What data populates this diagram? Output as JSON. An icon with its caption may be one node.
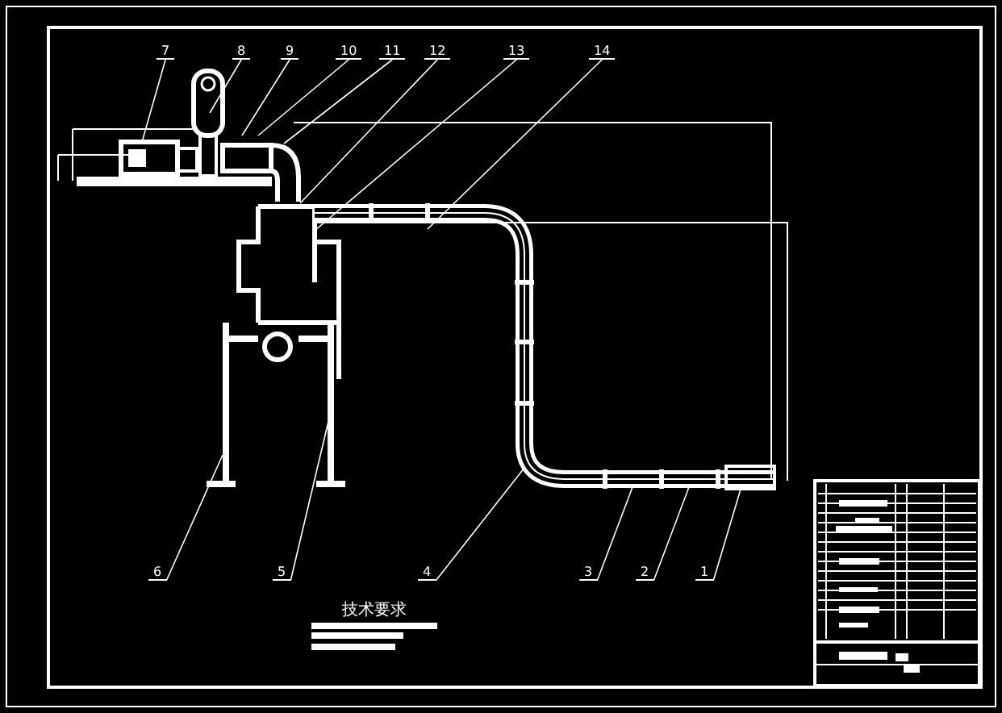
{
  "diagram": {
    "nodes": [
      {
        "text": [
          "7"
        ]
      },
      {
        "text": [
          "8"
        ]
      },
      {
        "text": [
          "9"
        ]
      },
      {
        "text": [
          "10"
        ]
      },
      {
        "text": [
          "11"
        ]
      },
      {
        "text": [
          "12"
        ]
      },
      {
        "text": [
          "13"
        ]
      },
      {
        "text": [
          "14"
        ]
      },
      {
        "text": [
          "6"
        ]
      },
      {
        "text": [
          "5"
        ]
      },
      {
        "text": [
          "4"
        ]
      },
      {
        "text": [
          "3"
        ]
      },
      {
        "text": [
          "2"
        ]
      },
      {
        "text": [
          "1"
        ]
      }
    ],
    "edges": [
      {
        "from": 0,
        "to": null,
        "arrow": "none"
      },
      {
        "from": 1,
        "to": null,
        "arrow": "none"
      },
      {
        "from": 2,
        "to": null,
        "arrow": "none"
      },
      {
        "from": 3,
        "to": null,
        "arrow": "none"
      },
      {
        "from": 4,
        "to": null,
        "arrow": "none"
      },
      {
        "from": 5,
        "to": null,
        "arrow": "none"
      },
      {
        "from": 6,
        "to": null,
        "arrow": "none"
      },
      {
        "from": 7,
        "to": null,
        "arrow": "none"
      },
      {
        "from": 8,
        "to": null,
        "arrow": "none"
      },
      {
        "from": 9,
        "to": null,
        "arrow": "none"
      },
      {
        "from": 10,
        "to": null,
        "arrow": "none"
      },
      {
        "from": 11,
        "to": null,
        "arrow": "none"
      },
      {
        "from": 12,
        "to": null,
        "arrow": "none"
      },
      {
        "from": 13,
        "to": null,
        "arrow": "none"
      }
    ],
    "labels": [
      "技术要求"
    ]
  }
}
